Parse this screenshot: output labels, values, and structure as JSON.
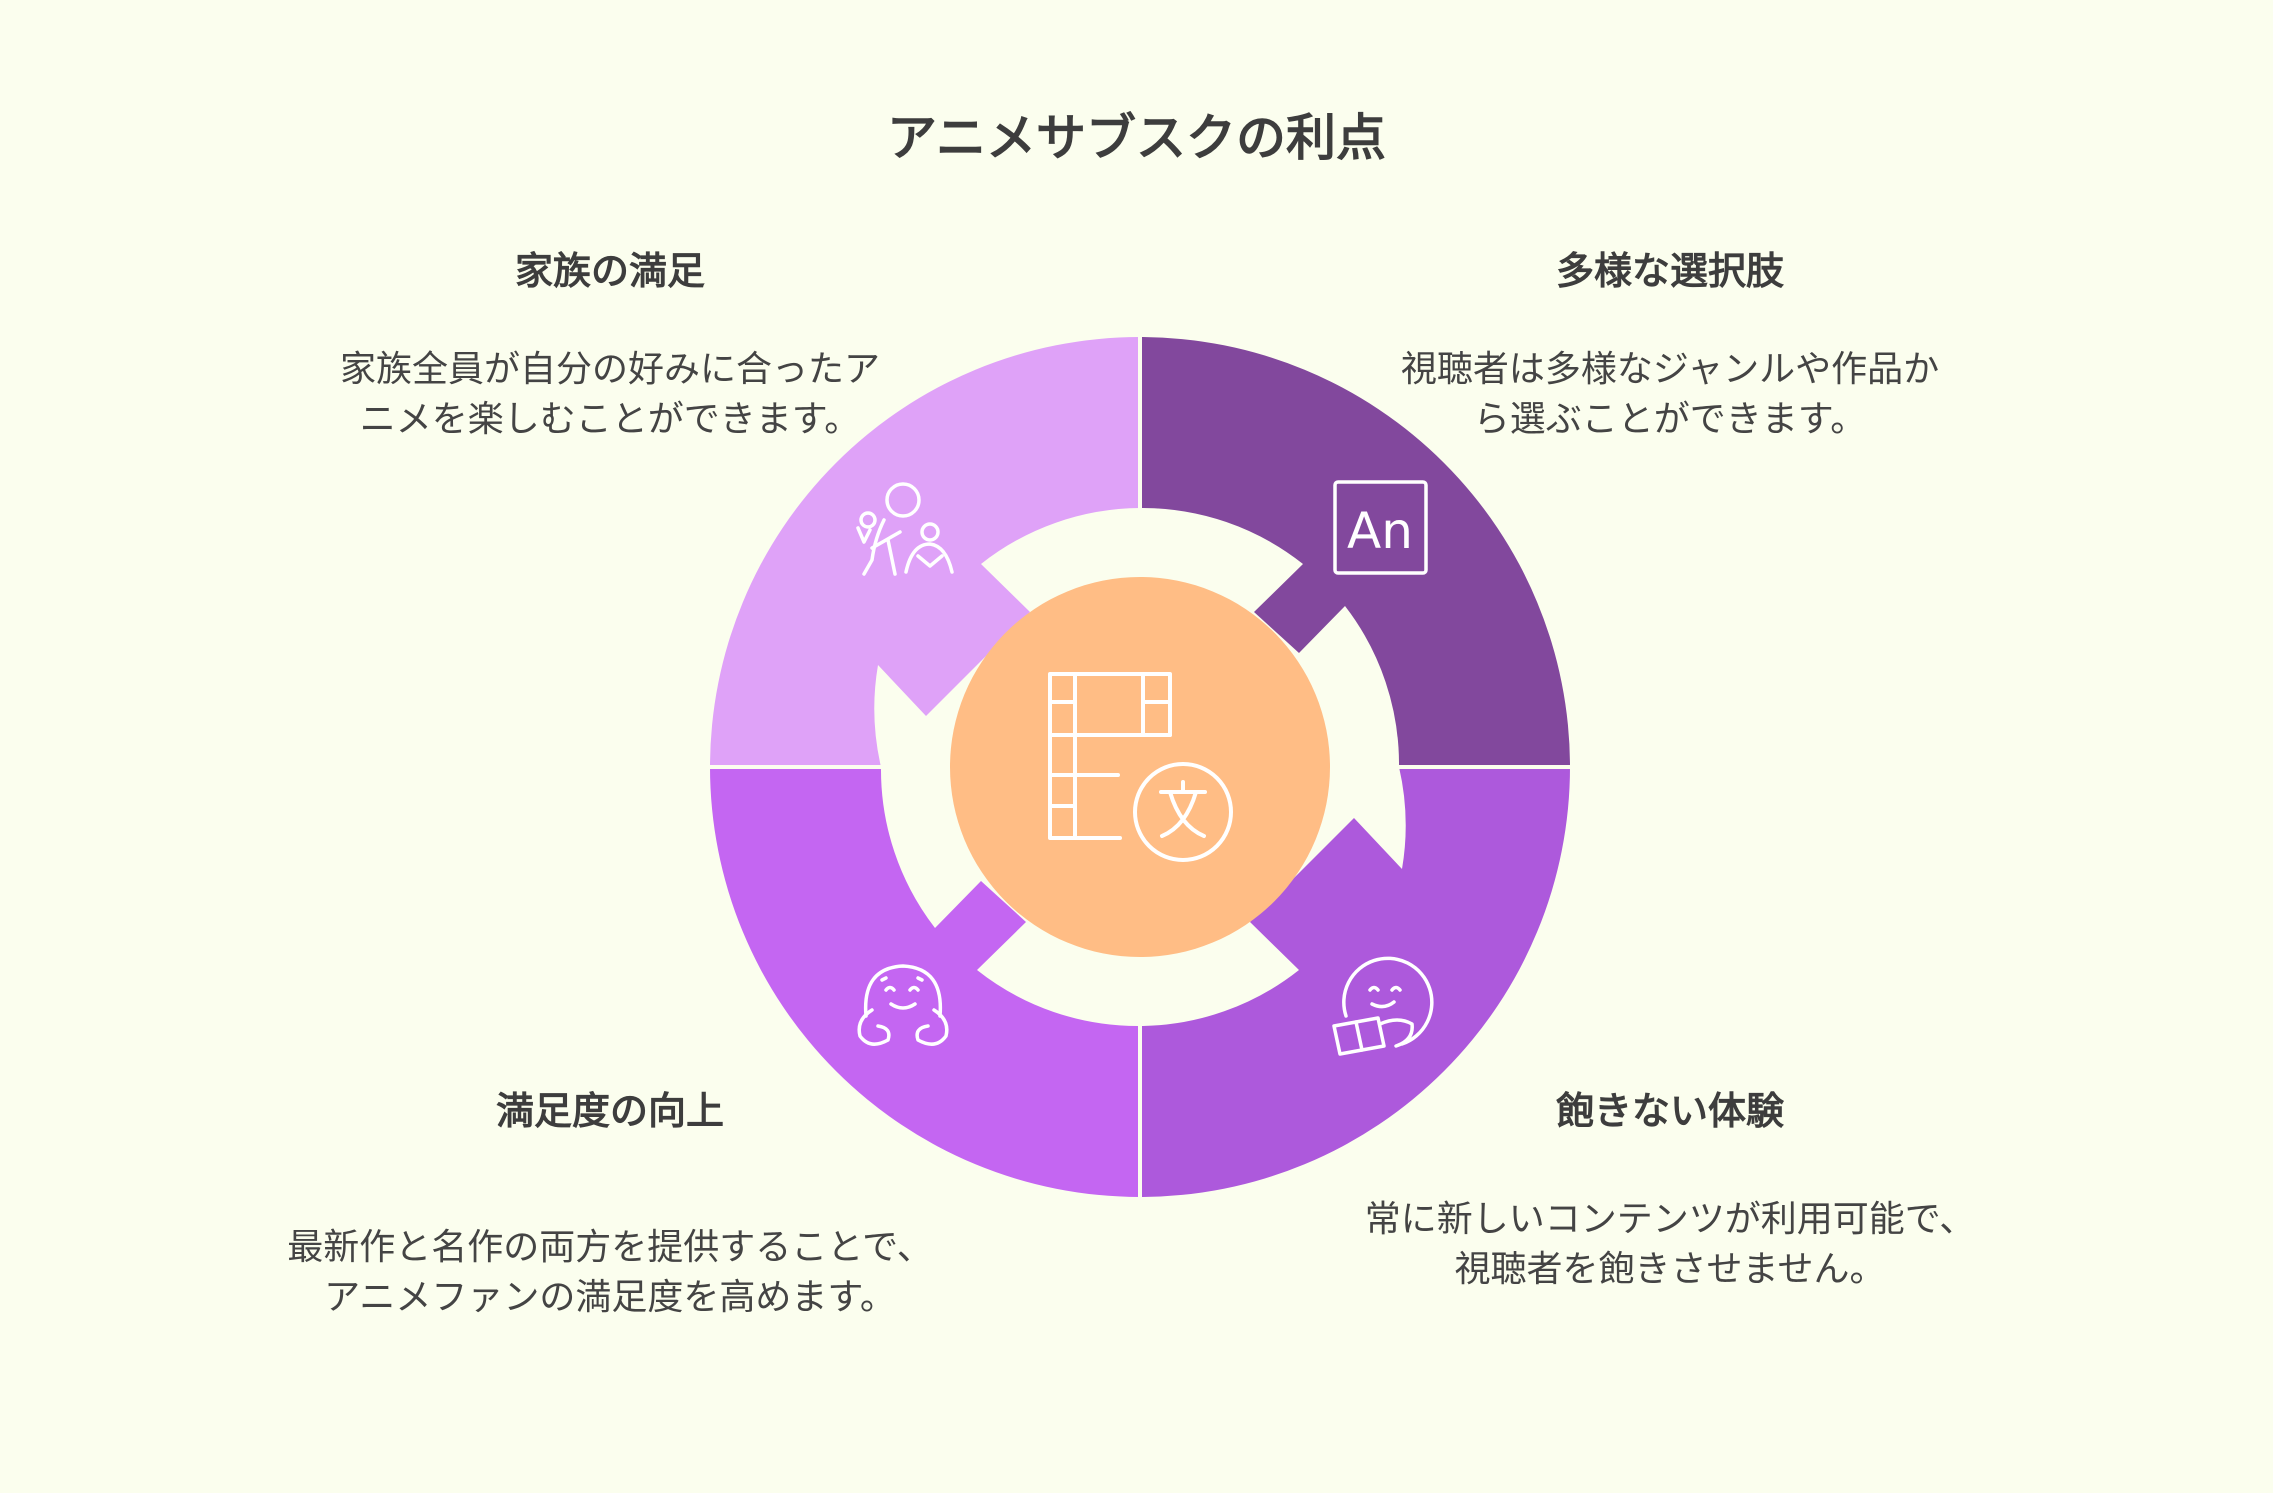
{
  "title": "アニメサブスクの利点",
  "colors": {
    "background": "#fbfeee",
    "top_left": "#dfa2f8",
    "top_right": "#82489d",
    "bottom_right": "#ad59dc",
    "bottom_left": "#c466f2",
    "center": "#ffbd85"
  },
  "sections": {
    "top_left": {
      "heading": "家族の満足",
      "desc": "家族全員が自分の好みに合ったア\nニメを楽しむことができます。",
      "icon": "family-icon"
    },
    "top_right": {
      "heading": "多様な選択肢",
      "desc": "視聴者は多様なジャンルや作品か\nら選ぶことができます。",
      "icon": "animate-an-icon"
    },
    "bottom_left": {
      "heading": "満足度の向上",
      "desc": "最新作と名作の両方を提供することで、\nアニメファンの満足度を高めます。",
      "icon": "happy-face-icon"
    },
    "bottom_right": {
      "heading": "飽きない体験",
      "desc": "常に新しいコンテンツが利用可能で、\n視聴者を飽きさせません。",
      "icon": "reading-face-icon"
    }
  },
  "center": {
    "icon": "film-subtitle-icon"
  }
}
